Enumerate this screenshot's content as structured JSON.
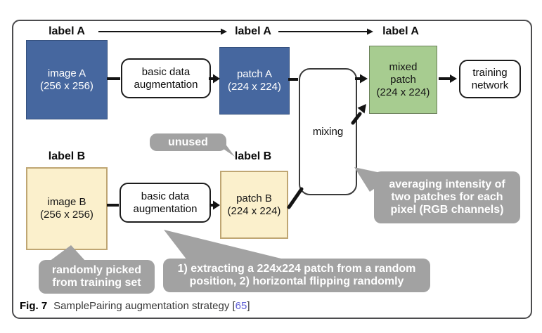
{
  "colors": {
    "blue": "#46679f",
    "blue_border": "#35517e",
    "cream": "#fbf0cc",
    "cream_border": "#bfa673",
    "green": "#a7cc90",
    "green_border": "#697f58",
    "gray": "#a2a2a2",
    "cite": "#6161d6"
  },
  "labels": {
    "label_a_1": "label A",
    "label_a_2": "label A",
    "label_a_3": "label A",
    "label_b_1": "label B",
    "label_b_2": "label B"
  },
  "nodes": {
    "image_a": {
      "line1": "image A",
      "line2": "(256 x 256)"
    },
    "aug_top": {
      "line1": "basic data",
      "line2": "augmentation"
    },
    "patch_a": {
      "line1": "patch A",
      "line2": "(224 x 224)"
    },
    "mixing": {
      "label": "mixing"
    },
    "mixed_patch": {
      "line1": "mixed",
      "line2": "patch",
      "line3": "(224 x 224)"
    },
    "training": {
      "line1": "training",
      "line2": "network"
    },
    "image_b": {
      "line1": "image B",
      "line2": "(256 x 256)"
    },
    "aug_bottom": {
      "line1": "basic data",
      "line2": "augmentation"
    },
    "patch_b": {
      "line1": "patch B",
      "line2": "(224 x 224)"
    }
  },
  "callouts": {
    "unused": "unused",
    "randomly_picked": {
      "line1": "randomly picked",
      "line2": "from training set"
    },
    "extracting": {
      "line1": "1) extracting a 224x224 patch from a random",
      "line2": "position, 2) horizontal flipping randomly"
    },
    "averaging": {
      "line1": "averaging intensity of",
      "line2": "two patches for each",
      "line3": "pixel (RGB channels)"
    }
  },
  "caption": {
    "fig_label": "Fig. 7",
    "text": "SamplePairing augmentation strategy",
    "bracket_open": "[",
    "citation": "65",
    "bracket_close": "]"
  }
}
